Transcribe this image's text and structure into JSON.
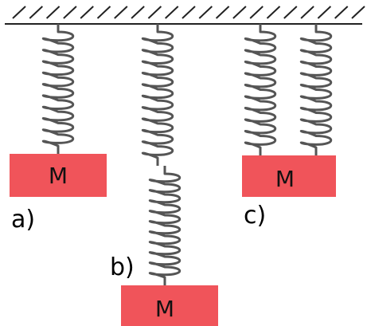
{
  "figure": {
    "colors": {
      "mass_fill": "#F0545A",
      "spring_stroke": "#555555",
      "ceiling": "#222222"
    },
    "configurations": [
      {
        "id": "a",
        "label": "a)",
        "mass_label": "M",
        "spring_count": 1,
        "arrangement": "single"
      },
      {
        "id": "b",
        "label": "b)",
        "mass_label": "M",
        "spring_count": 2,
        "arrangement": "series"
      },
      {
        "id": "c",
        "label": "c)",
        "mass_label": "M",
        "spring_count": 2,
        "arrangement": "parallel"
      }
    ]
  }
}
